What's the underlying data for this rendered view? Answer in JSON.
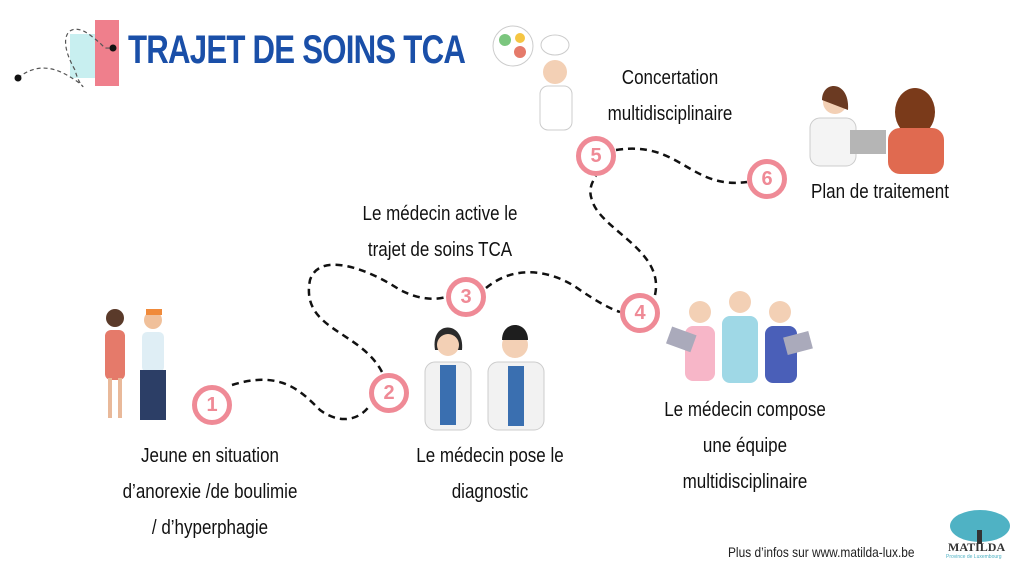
{
  "title": "TRAJET DE SOINS TCA",
  "steps": [
    {
      "number": "1",
      "label_lines": [
        "Jeune en situation",
        "d’anorexie /de boulimie",
        "/ d’hyperphagie"
      ]
    },
    {
      "number": "2",
      "label_lines": [
        "Le médecin pose le",
        "diagnostic"
      ]
    },
    {
      "number": "3",
      "label_lines": [
        "Le médecin  active le",
        "trajet de soins TCA"
      ]
    },
    {
      "number": "4",
      "label_lines": [
        "Le médecin compose",
        "une équipe",
        "multidisciplinaire"
      ]
    },
    {
      "number": "5",
      "label_lines": [
        "Concertation",
        "multidisciplinaire"
      ]
    },
    {
      "number": "6",
      "label_lines": [
        "Plan de traitement"
      ]
    }
  ],
  "footer": "Plus d’infos sur www.matilda-lux.be",
  "logo": {
    "name": "MATILDA",
    "subtitle": "Province de Luxembourg"
  },
  "colors": {
    "accent": "#ef8a96",
    "title": "#1a4fa8",
    "teal": "#c8eff0"
  }
}
